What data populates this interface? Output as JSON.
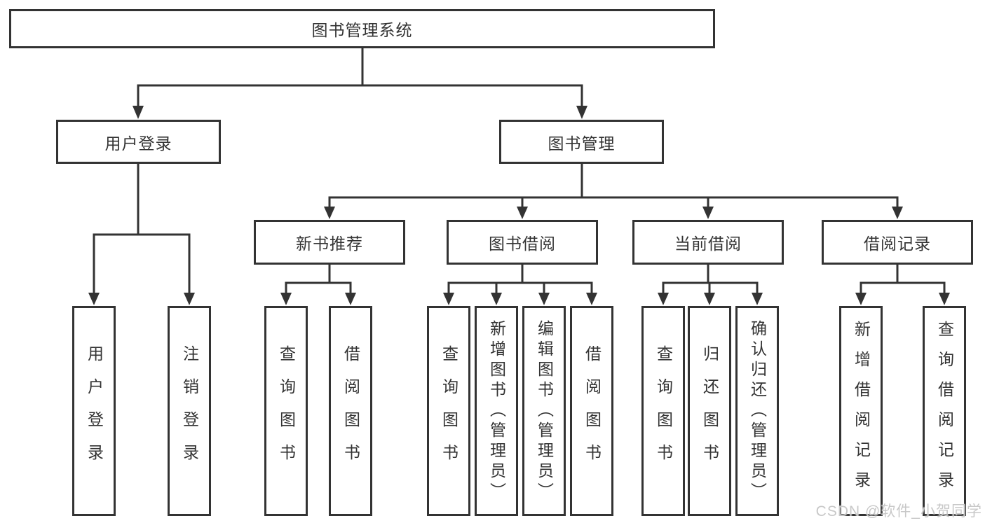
{
  "diagram": {
    "title": "图书管理系统",
    "colors": {
      "line": "#333333",
      "box_border": "#333333",
      "box_background": "#ffffff",
      "text": "#333333",
      "watermark_text": "#c8c8c8"
    }
  },
  "tree": {
    "root": {
      "label": "图书管理系统",
      "children": [
        {
          "label": "用户登录",
          "children": [
            {
              "label": "用户登录"
            },
            {
              "label": "注销登录"
            }
          ]
        },
        {
          "label": "图书管理",
          "children": [
            {
              "label": "新书推荐",
              "children": [
                {
                  "label": "查询图书"
                },
                {
                  "label": "借阅图书"
                }
              ]
            },
            {
              "label": "图书借阅",
              "children": [
                {
                  "label": "查询图书"
                },
                {
                  "label": "新增图书（管理员）"
                },
                {
                  "label": "编辑图书（管理员）"
                },
                {
                  "label": "借阅图书"
                }
              ]
            },
            {
              "label": "当前借阅",
              "children": [
                {
                  "label": "查询图书"
                },
                {
                  "label": "归还图书"
                },
                {
                  "label": "确认归还（管理员）"
                }
              ]
            },
            {
              "label": "借阅记录",
              "children": [
                {
                  "label": "新增借阅记录"
                },
                {
                  "label": "查询借阅记录"
                }
              ]
            }
          ]
        }
      ]
    }
  },
  "watermark": {
    "text": "CSDN @软件_小贺同学"
  }
}
